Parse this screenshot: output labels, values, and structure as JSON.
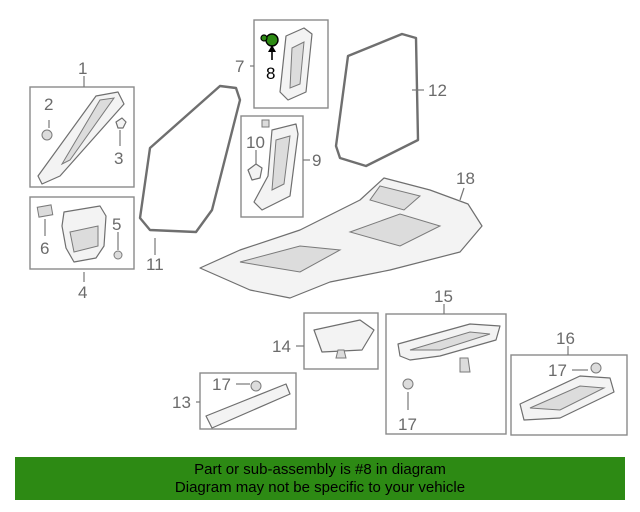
{
  "callouts": {
    "c1": "1",
    "c2": "2",
    "c3": "3",
    "c4": "4",
    "c5": "5",
    "c6": "6",
    "c7": "7",
    "c8": "8",
    "c9": "9",
    "c10": "10",
    "c11": "11",
    "c12": "12",
    "c13": "13",
    "c14": "14",
    "c15": "15",
    "c16": "16",
    "c17a": "17",
    "c17b": "17",
    "c17c": "17",
    "c18": "18"
  },
  "highlight": {
    "part_number": "8",
    "color": "#2d8a14"
  },
  "banner": {
    "line1": "Part or sub-assembly is #8 in diagram",
    "line2": "Diagram may not be specific to your vehicle",
    "background": "#2d8a14"
  }
}
